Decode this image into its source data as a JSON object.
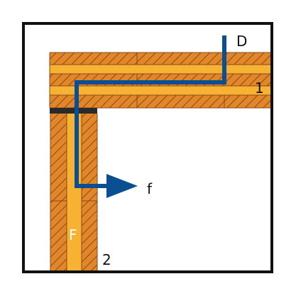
{
  "diagram": {
    "labels": {
      "d": "D",
      "f_small": "f",
      "f_capital": "F",
      "one": "1",
      "two": "2"
    },
    "colors": {
      "frame": "#111111",
      "wood_dark": "#E2862A",
      "wood_light": "#F7B233",
      "hatch": "#8A4A18",
      "seal": "#2A2A2A",
      "flow": "#0B4F93"
    }
  }
}
